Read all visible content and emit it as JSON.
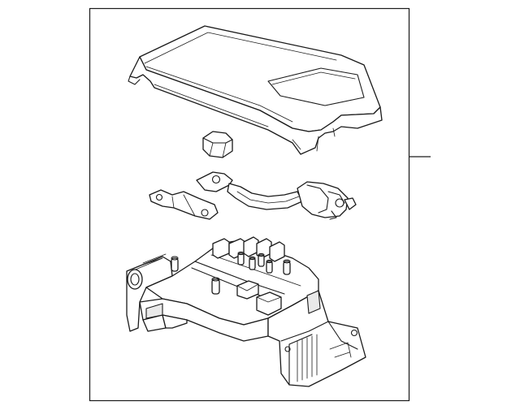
{
  "diagram": {
    "parts": [
      {
        "name": "cover",
        "icon": "fuse-box-cover"
      },
      {
        "name": "cap",
        "icon": "terminal-cap"
      },
      {
        "name": "bracket",
        "icon": "battery-bracket"
      },
      {
        "name": "cable",
        "icon": "battery-cable"
      },
      {
        "name": "block",
        "icon": "fuse-block-base"
      }
    ],
    "colors": {
      "line": "#1a1a1a",
      "fill": "#ffffff",
      "shade": "#e9e9e9"
    }
  }
}
